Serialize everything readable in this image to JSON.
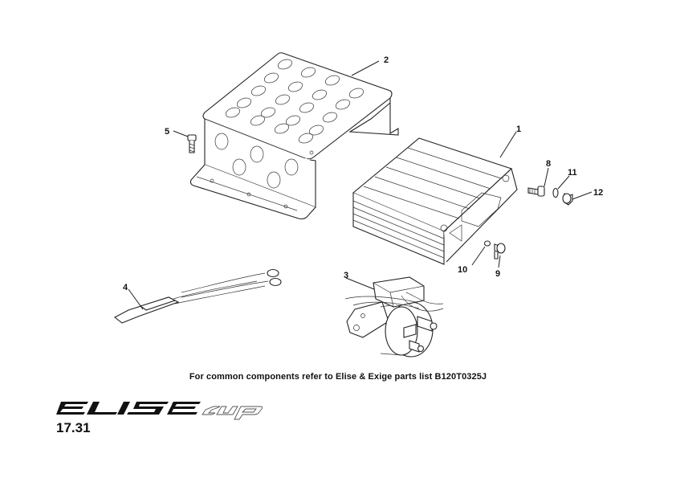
{
  "callouts": [
    {
      "id": "1",
      "label": "1"
    },
    {
      "id": "2",
      "label": "2"
    },
    {
      "id": "3",
      "label": "3"
    },
    {
      "id": "4",
      "label": "4"
    },
    {
      "id": "5",
      "label": "5"
    },
    {
      "id": "8",
      "label": "8"
    },
    {
      "id": "9",
      "label": "9"
    },
    {
      "id": "10",
      "label": "10"
    },
    {
      "id": "11",
      "label": "11"
    },
    {
      "id": "12",
      "label": "12"
    }
  ],
  "note": "For common components refer to Elise & Exige parts list B120T0325J",
  "page_number": "17.31",
  "logo": {
    "brand": "ELISE",
    "variant": "cup"
  }
}
